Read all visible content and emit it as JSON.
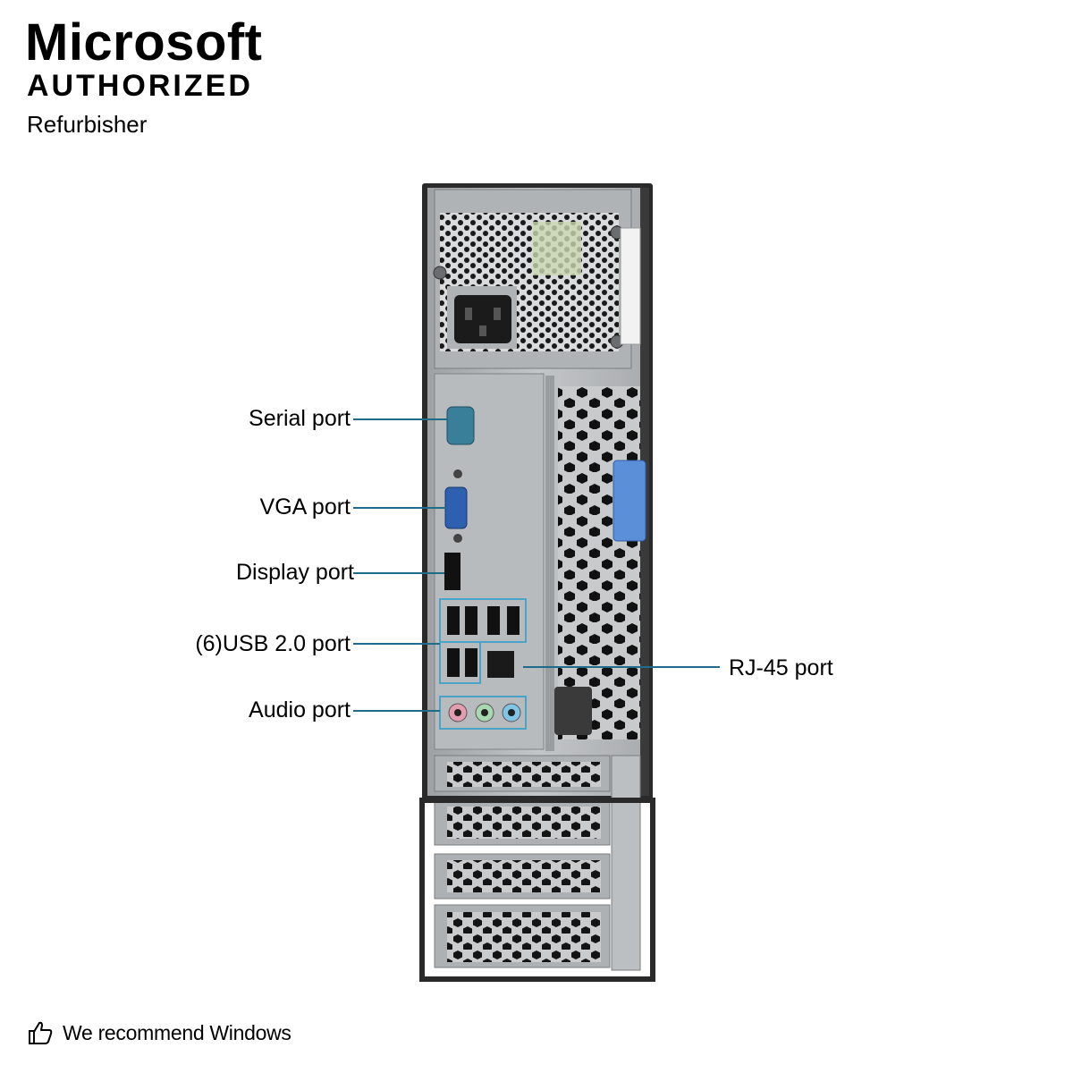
{
  "brand": {
    "name": "Microsoft",
    "subtitle": "AUTHORIZED",
    "tagline": "Refurbisher"
  },
  "callouts": {
    "serial": "Serial port",
    "vga": "VGA port",
    "display": "Display port",
    "usb": "(6)USB 2.0 port",
    "audio": "Audio port",
    "rj45": "RJ-45 port"
  },
  "footer": {
    "icon": "thumbs-up-icon",
    "text": "We recommend Windows"
  },
  "colors": {
    "callout_line": "#1e6b8a",
    "chassis": "#2a2a2a",
    "panel": "#b9bcbf",
    "vga_blue": "#2f5fb0",
    "serial_teal": "#3a7f9a",
    "latch_blue": "#5b8fd8"
  }
}
